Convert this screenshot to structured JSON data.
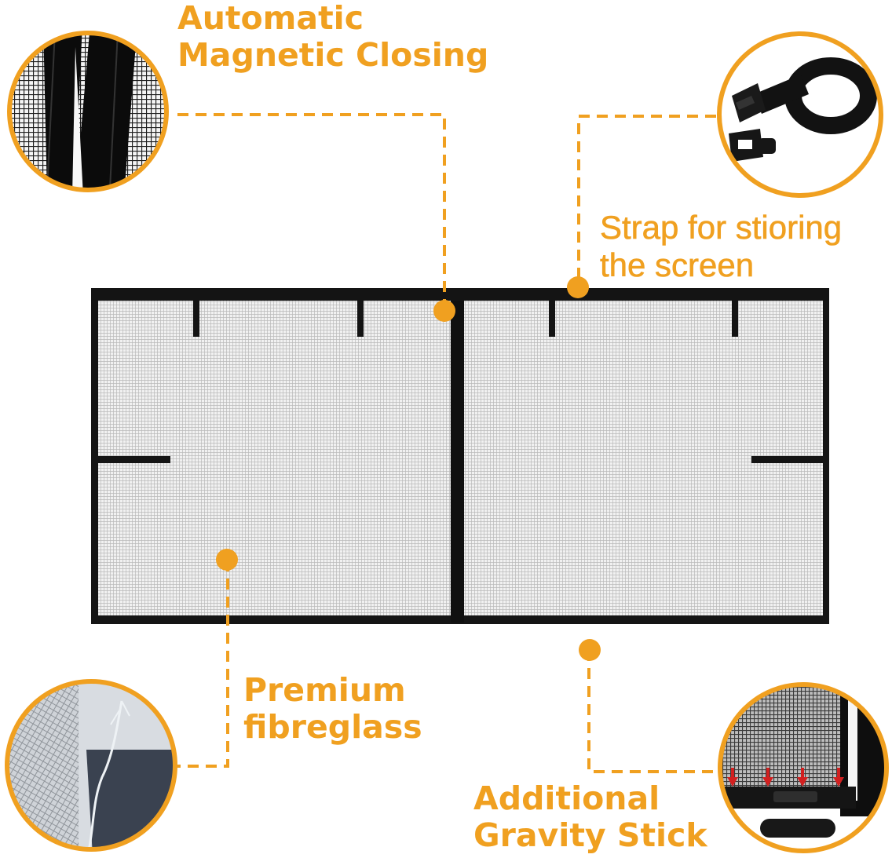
{
  "callouts": {
    "magnetic": {
      "line1": "Automatic",
      "line2": "Magnetic Closing"
    },
    "strap": {
      "line1": "Strap for stioring",
      "line2": "the screen"
    },
    "fibreglass": {
      "line1": "Premium",
      "line2": "fibreglass"
    },
    "gravity": {
      "line1": "Additional",
      "line2": "Gravity Stick"
    }
  },
  "colors": {
    "accent": "#F0A020",
    "frame": "#151515",
    "mesh": "#e8e8e8"
  }
}
